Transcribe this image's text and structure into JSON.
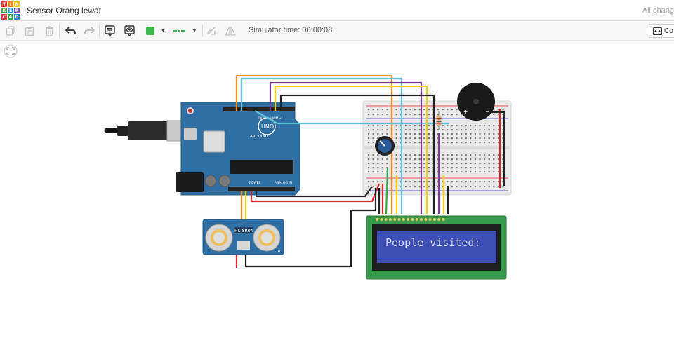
{
  "app": {
    "logo_letters": [
      "T",
      "I",
      "N",
      "K",
      "E",
      "R",
      "C",
      "A",
      "D"
    ],
    "logo_colors": [
      "#e2383f",
      "#f28b00",
      "#f7c600",
      "#3aa34a",
      "#1f8ed1",
      "#7a4fa0",
      "#e2383f",
      "#3aa34a",
      "#1f8ed1"
    ],
    "design_title": "Sensor Orang lewat",
    "save_status": "All chang"
  },
  "toolbar": {
    "icons": [
      "copy-icon",
      "paste-icon",
      "delete-icon",
      "undo-icon",
      "redo-icon",
      "notes-icon",
      "notes-visibility-icon",
      "color-swatch",
      "wire-type-icon",
      "rotate-icon",
      "mirror-icon"
    ],
    "fill_color": "#3cb94a",
    "sim_time": "Simulator time: 00:00:08",
    "code_label": "Co"
  },
  "circuit": {
    "arduino": {
      "brand": "ARDUINO",
      "model": "UNO",
      "label_digital": "DIGITAL (PWM ~)",
      "label_power": "POWER",
      "label_analog": "ANALOG IN",
      "color": "#2f6fa3"
    },
    "sensor": {
      "label": "HC-SR04",
      "pin_t": "T",
      "pin_r": "R",
      "color": "#2f6fa3"
    },
    "lcd": {
      "text": "People visited:",
      "pcb_color": "#3a9a4c",
      "screen_color": "#3d4fb7"
    },
    "buzzer": {
      "plus": "+",
      "minus": "−"
    },
    "wire_colors": {
      "orange": "#f08c1a",
      "cyan": "#5bc0d8",
      "yellow": "#f4cf12",
      "purple": "#7d3c98",
      "black": "#222222",
      "red": "#d9262c",
      "green": "#3aa34a"
    }
  }
}
